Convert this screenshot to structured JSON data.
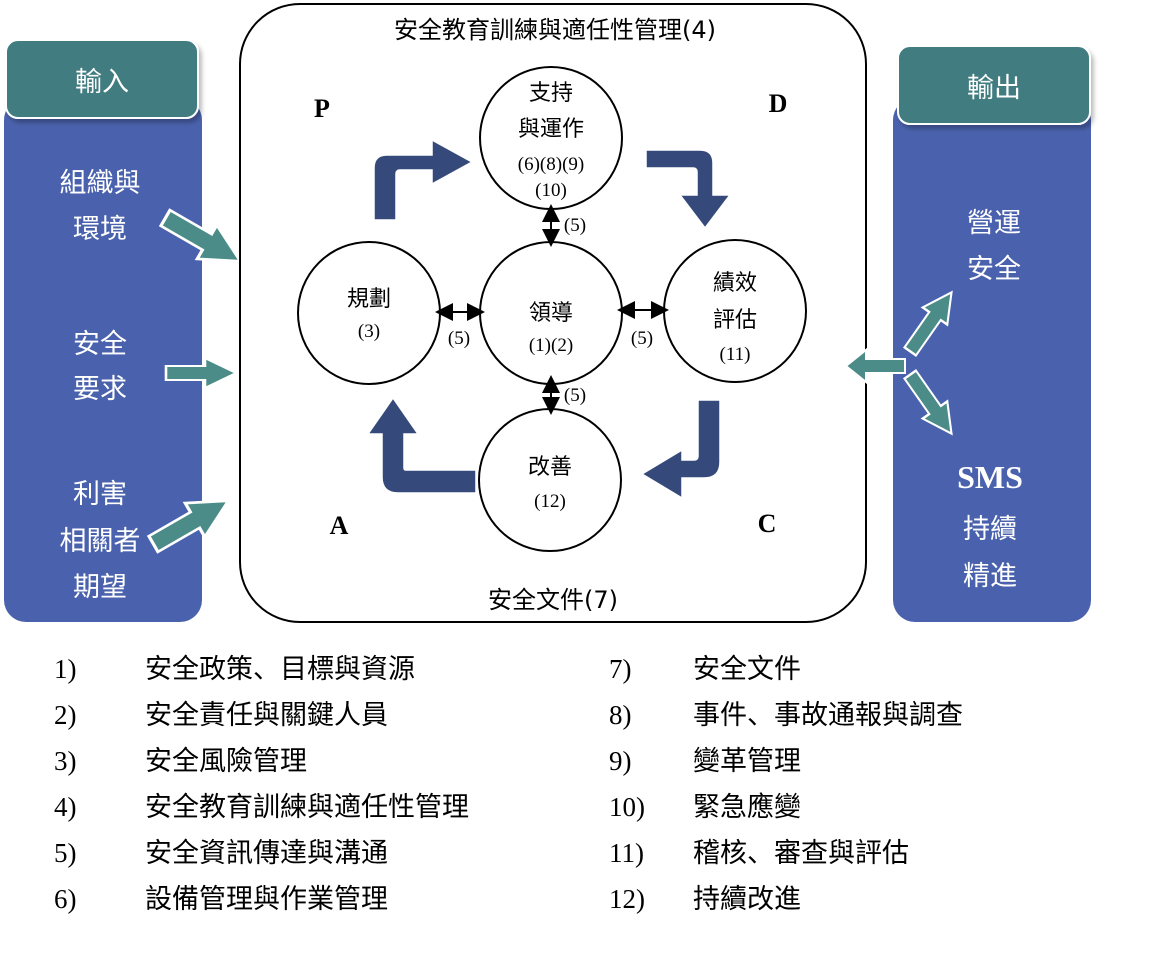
{
  "diagram": {
    "frame_title": "安全教育訓練與適任性管理(4)",
    "frame_footer": "安全文件(7)",
    "corner_labels": {
      "p": "P",
      "d": "D",
      "c": "C",
      "a": "A"
    },
    "input_panel": {
      "header": "輸入",
      "items": [
        {
          "lines": [
            "組織與",
            "環境"
          ]
        },
        {
          "lines": [
            "安全",
            "要求"
          ]
        },
        {
          "lines": [
            "利害",
            "相關者",
            "期望"
          ]
        }
      ]
    },
    "output_panel": {
      "header": "輸出",
      "items": [
        {
          "lines": [
            "營運",
            "安全"
          ]
        },
        {
          "lines": [
            "SMS",
            "持續",
            "精進"
          ]
        }
      ]
    },
    "nodes": {
      "support": {
        "lines": [
          "支持",
          "與運作"
        ],
        "code_lines": [
          "(6)(8)(9)",
          "(10)"
        ]
      },
      "planning": {
        "lines": [
          "規劃"
        ],
        "code_lines": [
          "(3)"
        ]
      },
      "leadership": {
        "lines": [
          "領導"
        ],
        "code_lines": [
          "(1)(2)"
        ]
      },
      "performance": {
        "lines": [
          "績效",
          "評估"
        ],
        "code_lines": [
          "(11)"
        ]
      },
      "improvement": {
        "lines": [
          "改善"
        ],
        "code_lines": [
          "(12)"
        ]
      }
    },
    "link_labels": {
      "top": "(5)",
      "left": "(5)",
      "right": "(5)",
      "bottom": "(5)"
    },
    "colors": {
      "panel_blue": "#4a62ad",
      "panel_header": "#3f7b80",
      "teal_arrow": "#4b8c88",
      "navy_arrow": "#354a7a"
    }
  },
  "legend": {
    "left": [
      {
        "num": "1)",
        "text": "安全政策、目標與資源"
      },
      {
        "num": "2)",
        "text": "安全責任與關鍵人員"
      },
      {
        "num": "3)",
        "text": "安全風險管理"
      },
      {
        "num": "4)",
        "text": "安全教育訓練與適任性管理"
      },
      {
        "num": "5)",
        "text": "安全資訊傳達與溝通"
      },
      {
        "num": "6)",
        "text": "設備管理與作業管理"
      }
    ],
    "right": [
      {
        "num": "7)",
        "text": "安全文件"
      },
      {
        "num": "8)",
        "text": "事件、事故通報與調查"
      },
      {
        "num": "9)",
        "text": "變革管理"
      },
      {
        "num": "10)",
        "text": "緊急應變"
      },
      {
        "num": "11)",
        "text": "稽核、審查與評估"
      },
      {
        "num": "12)",
        "text": "持續改進"
      }
    ]
  }
}
